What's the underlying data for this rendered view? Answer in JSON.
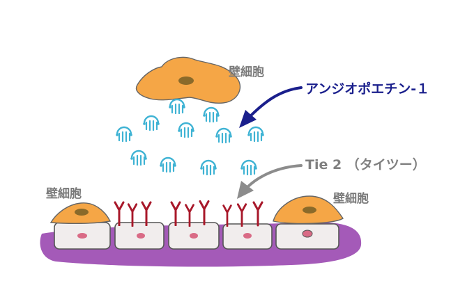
{
  "labels": {
    "pericyte_top": "壁細胞",
    "pericyte_left": "壁細胞",
    "pericyte_right": "壁細胞",
    "angiopoietin": "アンジオポエチン‐１",
    "tie2": "Tie 2 （タイツー）"
  },
  "colors": {
    "pericyte_fill": "#f5a646",
    "pericyte_nucleus": "#8a6a2a",
    "ligand": "#3fb3d4",
    "receptor": "#a8182a",
    "endothelial_layer": "#a45ab8",
    "endothelial_cell": "#f1eded",
    "cell_nucleus": "#d96b86",
    "arrow_angio": "#1a1f8c",
    "arrow_tie2": "#8c8c8c"
  },
  "icons": [
    "angiopoietin-ligand-icon",
    "tie2-receptor-icon",
    "pericyte-cell-icon"
  ]
}
